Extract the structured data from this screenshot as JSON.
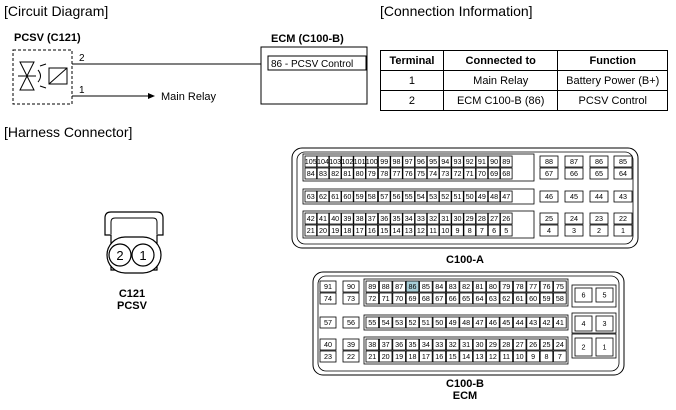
{
  "sections": {
    "circuit": "[Circuit Diagram]",
    "connection": "[Connection Information]",
    "harness": "[Harness Connector]"
  },
  "circuit": {
    "pcsv_label": "PCSV (C121)",
    "ecm_label": "ECM (C100-B)",
    "ecm_box_text": "86 - PCSV Control",
    "pin2": "2",
    "pin1": "1",
    "main_relay": "Main Relay"
  },
  "connection_table": {
    "headers": [
      "Terminal",
      "Connected to",
      "Function"
    ],
    "rows": [
      [
        "1",
        "Main Relay",
        "Battery Power (B+)"
      ],
      [
        "2",
        "ECM C100-B (86)",
        "PCSV Control"
      ]
    ]
  },
  "c121": {
    "pin_left": "2",
    "pin_right": "1",
    "label1": "C121",
    "label2": "PCSV"
  },
  "c100a": {
    "label": "C100-A",
    "main_rows": [
      [
        "105",
        "104",
        "103",
        "102",
        "101",
        "100",
        "99",
        "98",
        "97",
        "96",
        "95",
        "94",
        "93",
        "92",
        "91",
        "90",
        "89"
      ],
      [
        "84",
        "83",
        "82",
        "81",
        "80",
        "79",
        "78",
        "77",
        "76",
        "75",
        "74",
        "73",
        "72",
        "71",
        "70",
        "69",
        "68"
      ],
      [
        "63",
        "62",
        "61",
        "60",
        "59",
        "58",
        "57",
        "56",
        "55",
        "54",
        "53",
        "52",
        "51",
        "50",
        "49",
        "48",
        "47"
      ],
      [
        "42",
        "41",
        "40",
        "39",
        "38",
        "37",
        "36",
        "35",
        "34",
        "33",
        "32",
        "31",
        "30",
        "29",
        "28",
        "27",
        "26"
      ],
      [
        "21",
        "20",
        "19",
        "18",
        "17",
        "16",
        "15",
        "14",
        "13",
        "12",
        "11",
        "10",
        "9",
        "8",
        "7",
        "6",
        "5"
      ]
    ],
    "right_rows": [
      [
        "88",
        "87",
        "86",
        "85"
      ],
      [
        "67",
        "66",
        "65",
        "64"
      ],
      [
        "46",
        "45",
        "44",
        "43"
      ],
      [
        "25",
        "24",
        "23",
        "22"
      ],
      [
        "4",
        "3",
        "2",
        "1"
      ]
    ]
  },
  "c100b": {
    "label1": "C100-B",
    "label2": "ECM",
    "highlight": "86",
    "highlight_color": "#a9cfd8",
    "left_rows": [
      [
        "91",
        "90"
      ],
      [
        "74",
        "73"
      ],
      [
        "57",
        "56"
      ],
      [
        "40",
        "39"
      ],
      [
        "23",
        "22"
      ]
    ],
    "main_rows": [
      [
        "89",
        "88",
        "87",
        "86",
        "85",
        "84",
        "83",
        "82",
        "81",
        "80",
        "79",
        "78",
        "77",
        "76",
        "75"
      ],
      [
        "72",
        "71",
        "70",
        "69",
        "68",
        "67",
        "66",
        "65",
        "64",
        "63",
        "62",
        "61",
        "60",
        "59",
        "58"
      ],
      [
        "55",
        "54",
        "53",
        "52",
        "51",
        "50",
        "49",
        "48",
        "47",
        "46",
        "45",
        "44",
        "43",
        "42",
        "41"
      ],
      [
        "38",
        "37",
        "36",
        "35",
        "34",
        "33",
        "32",
        "31",
        "30",
        "29",
        "28",
        "27",
        "26",
        "25",
        "24"
      ],
      [
        "21",
        "20",
        "19",
        "18",
        "17",
        "16",
        "15",
        "14",
        "13",
        "12",
        "11",
        "10",
        "9",
        "8",
        "7"
      ]
    ],
    "right_pairs": [
      [
        "6",
        "5"
      ],
      [
        "4",
        "3"
      ],
      [
        "2",
        "1"
      ]
    ]
  }
}
